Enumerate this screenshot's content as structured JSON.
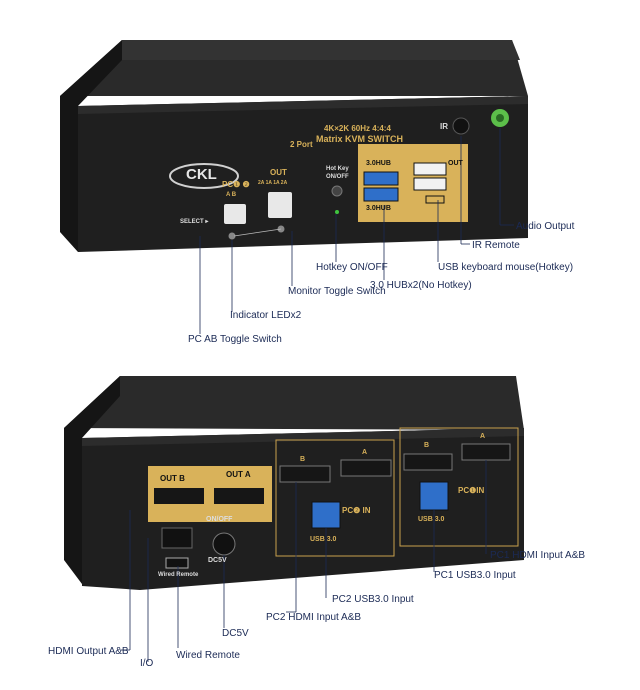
{
  "front_panel": {
    "brand": "CKL",
    "model_line1": "4K×2K  60Hz  4:4:4",
    "model_badge": "2 Port",
    "model_line2": "Matrix KVM SWITCH",
    "pc_select_label": "PC❶ ❷",
    "pc_select_sub": "A  B",
    "select_label": "SELECT ▸",
    "out_label": "OUT",
    "out_sub": "2A 1A 1A 2A",
    "hotkey_label": "Hot Key",
    "hotkey_sub": "ON/OFF",
    "hub_top_label": "3.0HUB",
    "hub_bottom_label": "3.0HUB",
    "out_port_label": "OUT",
    "ir_label": "IR",
    "callouts": {
      "audio_output": "Audio Output",
      "ir_remote": "IR Remote",
      "usb_keyboard_mouse": "USB keyboard mouse(Hotkey)",
      "hub_3_0": "3.0 HUBx2(No Hotkey)",
      "hotkey_onoff": "Hotkey ON/OFF",
      "monitor_toggle": "Monitor Toggle Switch",
      "indicator_led": "Indicator LEDx2",
      "pc_ab_toggle": "PC AB Toggle Switch"
    }
  },
  "back_panel": {
    "out_b_label": "OUT B",
    "out_a_label": "OUT A",
    "on_off_label": "ON/OFF",
    "dc_label": "DC5V",
    "wired_remote_label": "Wired Remote",
    "pc2_b": "B",
    "pc2_a": "A",
    "pc2_in_label": "PC❷ IN",
    "pc2_usb_label": "USB 3.0",
    "pc1_b": "B",
    "pc1_a": "A",
    "pc1_in_label": "PC❶IN",
    "pc1_usb_label": "USB 3.0",
    "callouts": {
      "pc1_hdmi": "PC1 HDMI Input A&B",
      "pc1_usb": "PC1 USB3.0 Input",
      "pc2_usb": "PC2 USB3.0 Input",
      "pc2_hdmi": "PC2 HDMI Input A&B",
      "dc5v": "DC5V",
      "hdmi_output": "HDMI Output A&B",
      "io": "I/O",
      "wired_remote": "Wired Remote"
    }
  },
  "colors": {
    "body": "#1e1e1e",
    "gold": "#d9b25a",
    "callout_text": "#1b2a55",
    "usb_blue": "#2f6fc9"
  }
}
